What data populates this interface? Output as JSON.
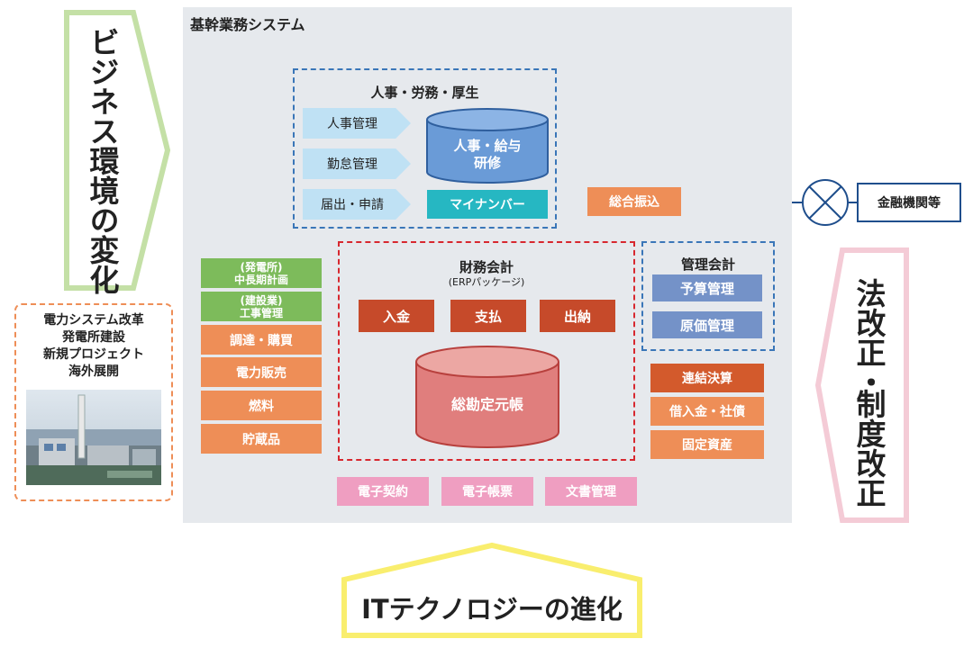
{
  "system": {
    "title": "基幹業務システム"
  },
  "hr": {
    "title": "人事・労務・厚生",
    "items": [
      "人事管理",
      "勤怠管理",
      "届出・申請"
    ],
    "db_line1": "人事・給与",
    "db_line2": "研修",
    "mynumber": "マイナンバー"
  },
  "finance": {
    "title": "財務会計",
    "subtitle": "(ERPパッケージ)",
    "ops": [
      "入金",
      "支払",
      "出納"
    ],
    "ledger": "総勘定元帳"
  },
  "management": {
    "title": "管理会計",
    "items": [
      "予算管理",
      "原価管理"
    ]
  },
  "left_modules": {
    "plant_plan": [
      "(発電所)",
      "中長期計画"
    ],
    "construction": [
      "(建設業)",
      "工事管理"
    ],
    "items": [
      "調達・購買",
      "電力販売",
      "燃料",
      "貯蔵品"
    ]
  },
  "right_modules": {
    "consolidation": "連結決算",
    "others": [
      "借入金・社債",
      "固定資産"
    ]
  },
  "bottom_modules": [
    "電子契約",
    "電子帳票",
    "文書管理"
  ],
  "transfer": {
    "label": "総合振込",
    "bank": "金融機関等"
  },
  "drivers": {
    "lines": [
      "電力システム改革",
      "発電所建設",
      "新規プロジェクト",
      "海外展開"
    ]
  },
  "forces": {
    "business": "ビジネス環境の変化",
    "law": [
      "法改正・",
      "制度改正"
    ],
    "it": "ITテクノロジーの進化"
  },
  "colors": {
    "green_arrow": "#c4e0a6",
    "pink_arrow": "#f4cbd6",
    "yellow_arrow": "#f9ee6e"
  }
}
